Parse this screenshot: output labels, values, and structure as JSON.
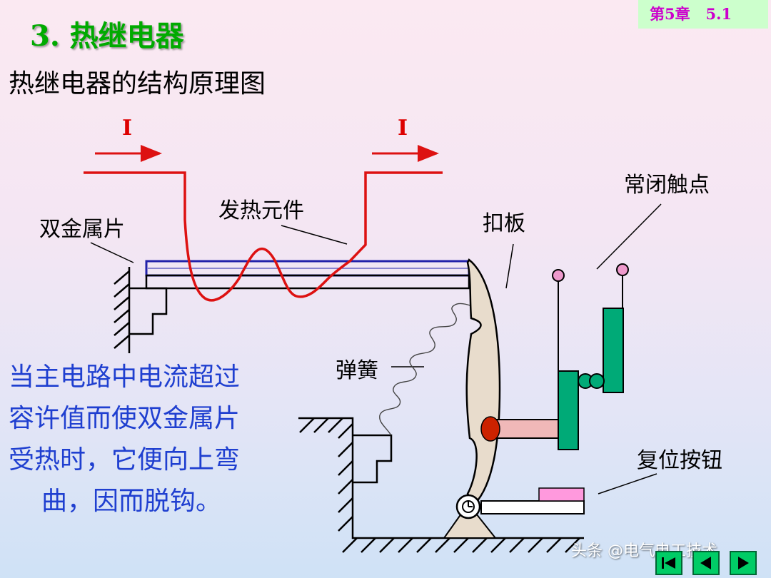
{
  "header": {
    "chapter": "第5章   5.1",
    "title": "3.  热继电器",
    "subtitle": "热继电器的结构原理图"
  },
  "diagram": {
    "labels": {
      "current_left": "I",
      "current_right": "I",
      "bimetal": "双金属片",
      "heater": "发热元件",
      "latch": "扣板",
      "nc_contact": "常闭触点",
      "spring": "弹簧",
      "reset_button": "复位按钮"
    },
    "colors": {
      "heater": "#dd1111",
      "bimetal": "#2222aa",
      "latch_fill": "#e8dccc",
      "contact_green": "#00aa77",
      "pivot_red": "#cc2200",
      "contact_tip": "#ee99cc",
      "reset_pink": "#ff99dd"
    }
  },
  "description": {
    "lines": [
      "当主电路中电流超过",
      "容许值而使双金属片",
      "受热时，它便向上弯",
      "曲，因而脱钩。"
    ]
  },
  "footer": {
    "watermark": "头条 @电气电工技术"
  }
}
